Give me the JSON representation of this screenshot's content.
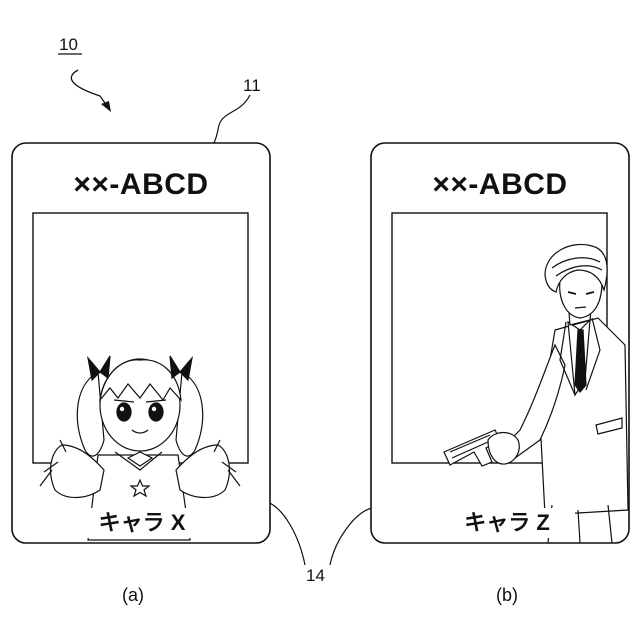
{
  "figure_ref": "10",
  "card_ref": "11",
  "frame_ref": "14",
  "cards": [
    {
      "title": "××-ABCD",
      "character_name": "キャラ X",
      "caption": "(a)",
      "figure": "twin-tail-girl"
    },
    {
      "title": "××-ABCD",
      "character_name": "キャラ Z",
      "caption": "(b)",
      "figure": "suited-man-with-pistol"
    }
  ],
  "colors": {
    "line": "#111111",
    "background": "#ffffff"
  }
}
